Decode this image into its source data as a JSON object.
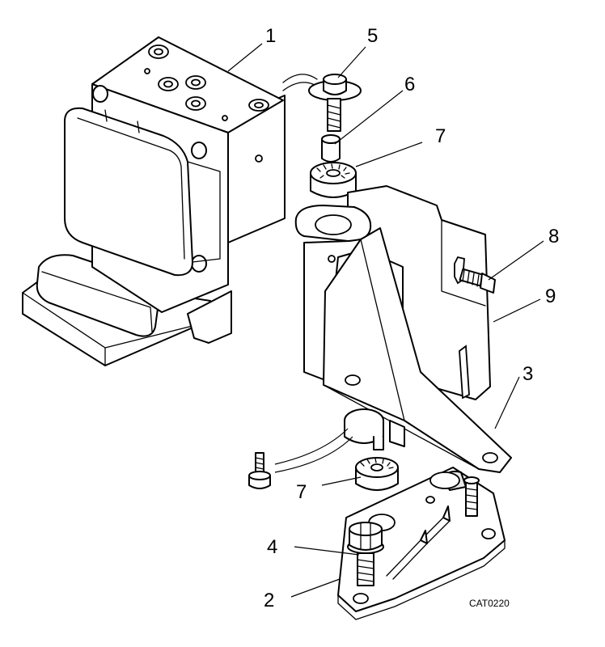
{
  "callouts": [
    {
      "id": "c1",
      "label": "1"
    },
    {
      "id": "c5",
      "label": "5"
    },
    {
      "id": "c6",
      "label": "6"
    },
    {
      "id": "c7a",
      "label": "7"
    },
    {
      "id": "c8",
      "label": "8"
    },
    {
      "id": "c9",
      "label": "9"
    },
    {
      "id": "c3",
      "label": "3"
    },
    {
      "id": "c7b",
      "label": "7"
    },
    {
      "id": "c4",
      "label": "4"
    },
    {
      "id": "c2",
      "label": "2"
    }
  ],
  "figure_code": "CAT0220"
}
